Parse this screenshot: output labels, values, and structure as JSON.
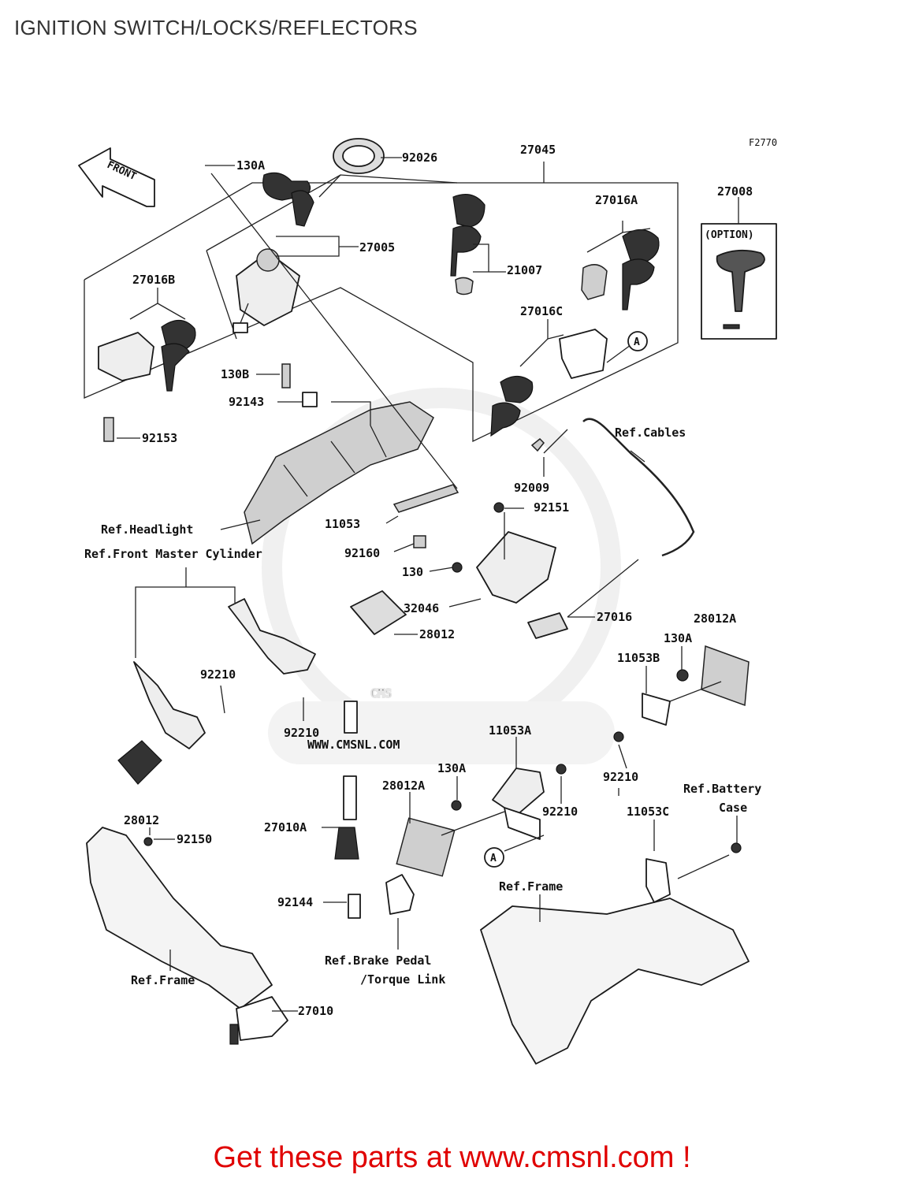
{
  "page": {
    "title": "IGNITION SWITCH/LOCKS/REFLECTORS",
    "figure_code": "F2770",
    "footer": "Get these parts at www.cmsnl.com !"
  },
  "watermark": {
    "brand": "CMS",
    "url": "WWW.CMSNL.COM"
  },
  "diagram": {
    "front_arrow": "FRONT",
    "option_label": "(OPTION)",
    "callouts": {
      "p130a_1": "130A",
      "p92026": "92026",
      "p27045": "27045",
      "p27005": "27005",
      "p27016a": "27016A",
      "p27008": "27008",
      "p21007": "21007",
      "p27016b": "27016B",
      "p27016c": "27016C",
      "marker_a_1": "A",
      "p130b": "130B",
      "p92143": "92143",
      "p92153": "92153",
      "ref_cables": "Ref.Cables",
      "p92009": "92009",
      "p92151": "92151",
      "ref_headlight": "Ref.Headlight",
      "p11053": "11053",
      "ref_front_master_cylinder": "Ref.Front Master Cylinder",
      "p92160": "92160",
      "p130": "130",
      "p32046": "32046",
      "p27016": "27016",
      "p28012_1": "28012",
      "p28012a_1": "28012A",
      "p130a_2": "130A",
      "p11053b": "11053B",
      "p92210_1": "92210",
      "p92210_2": "92210",
      "p11053a": "11053A",
      "p92210_3": "92210",
      "p130a_3": "130A",
      "p28012a_2": "28012A",
      "p92210_4": "92210",
      "ref_battery_case_1": "Ref.Battery",
      "ref_battery_case_2": "Case",
      "p28012_2": "28012",
      "p11053c": "11053C",
      "p92150": "92150",
      "p27010a": "27010A",
      "marker_a_2": "A",
      "ref_frame_1": "Ref.Frame",
      "p92144": "92144",
      "ref_brake_pedal_1": "Ref.Brake Pedal",
      "ref_brake_pedal_2": "/Torque Link",
      "ref_frame_2": "Ref.Frame",
      "p27010": "27010"
    }
  }
}
